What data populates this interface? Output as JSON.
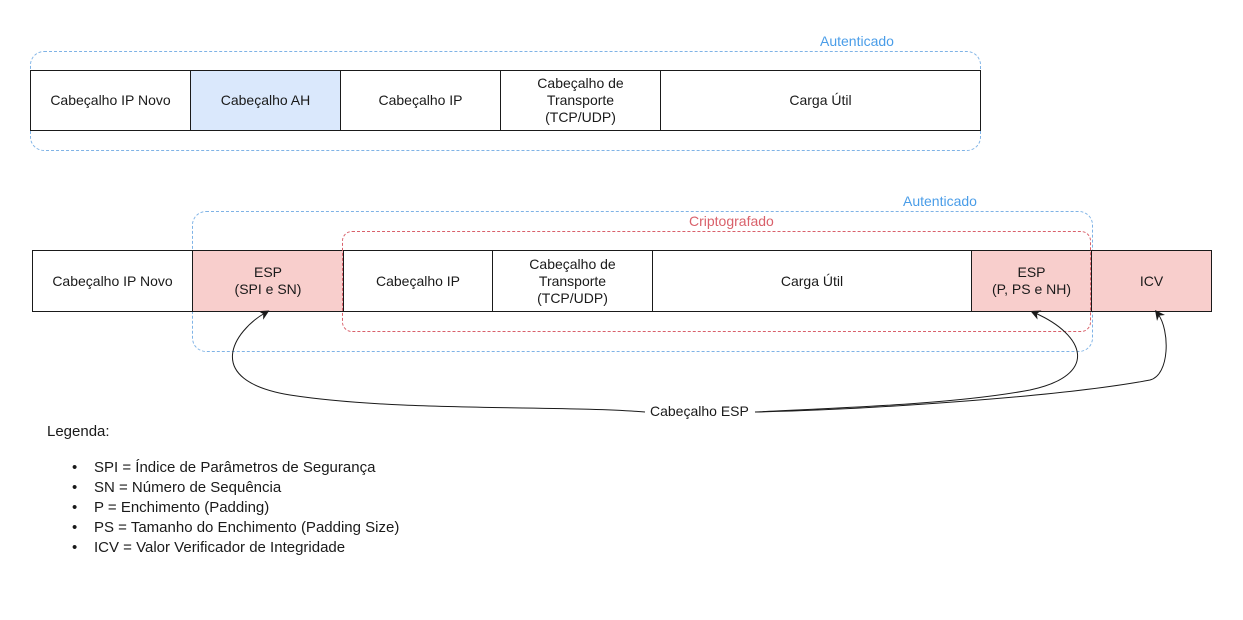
{
  "colors": {
    "ah_fill": "#dae8fc",
    "esp_fill": "#f8cecc",
    "auth_border": "#7fb3e6",
    "auth_text": "#4a9de8",
    "crypt_border": "#d9616b",
    "crypt_text": "#d9616b"
  },
  "ah": {
    "auth_label": "Autenticado",
    "cells": [
      "Cabeçalho IP Novo",
      "Cabeçalho AH",
      "Cabeçalho IP",
      "Cabeçalho de\nTransporte\n(TCP/UDP)",
      "Carga Útil"
    ]
  },
  "esp": {
    "auth_label": "Autenticado",
    "crypt_label": "Criptografado",
    "cells": [
      "Cabeçalho IP Novo",
      "ESP\n(SPI e SN)",
      "Cabeçalho IP",
      "Cabeçalho de\nTransporte\n(TCP/UDP)",
      "Carga Útil",
      "ESP\n(P, PS e NH)",
      "ICV"
    ],
    "header_label": "Cabeçalho ESP"
  },
  "legend": {
    "title": "Legenda:",
    "items": [
      "SPI = Índice de Parâmetros de Segurança",
      "SN = Número de Sequência",
      "P = Enchimento (Padding)",
      "PS = Tamanho do Enchimento (Padding Size)",
      "ICV = Valor Verificador de Integridade"
    ]
  }
}
